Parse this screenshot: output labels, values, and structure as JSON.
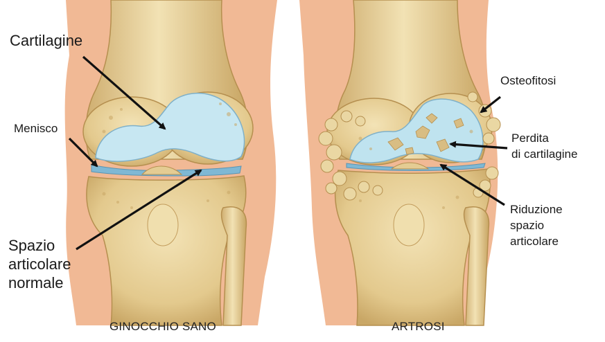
{
  "figure": {
    "left_panel": {
      "caption": "GINOCCHIO SANO",
      "labels": {
        "cartilage": "Cartilagine",
        "meniscus": "Menisco",
        "joint_space_1": "Spazio",
        "joint_space_2": "articolare",
        "joint_space_3": "normale"
      }
    },
    "right_panel": {
      "caption": "ARTROSI",
      "labels": {
        "osteophytes": "Osteofitosi",
        "cartilage_loss_1": "Perdita",
        "cartilage_loss_2": "di cartilagine",
        "space_reduction_1": "Riduzione",
        "space_reduction_2": "spazio",
        "space_reduction_3": "articolare"
      }
    }
  },
  "colors": {
    "skin": "#f1b995",
    "bone": "#e9d5a0",
    "bone_dark": "#c9ab6c",
    "cartilage": "#bfe3ef",
    "meniscus": "#7fb8d4",
    "arrow": "#111111"
  }
}
